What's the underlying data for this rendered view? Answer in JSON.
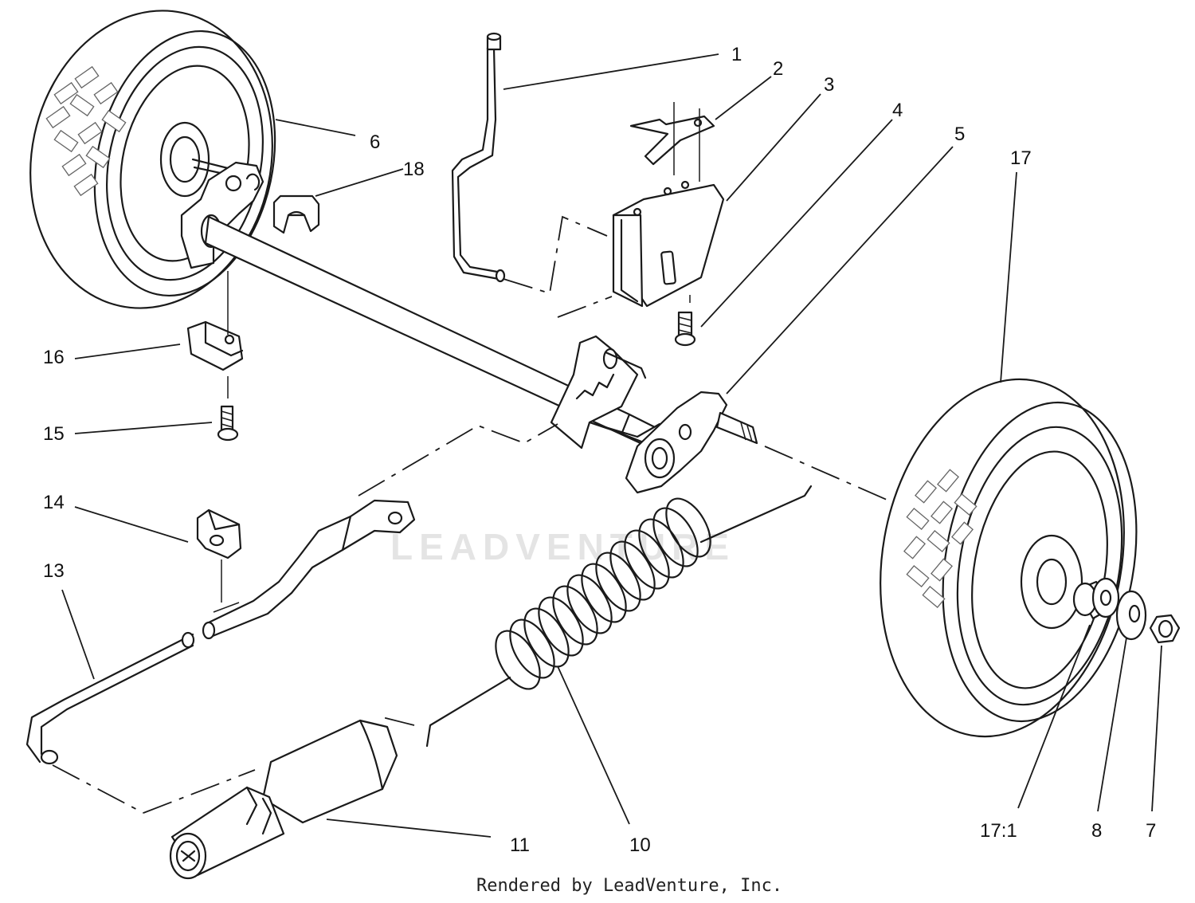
{
  "callouts": [
    {
      "id": "1",
      "text": "1"
    },
    {
      "id": "2",
      "text": "2"
    },
    {
      "id": "3",
      "text": "3"
    },
    {
      "id": "4",
      "text": "4"
    },
    {
      "id": "5",
      "text": "5"
    },
    {
      "id": "6",
      "text": "6"
    },
    {
      "id": "7",
      "text": "7"
    },
    {
      "id": "8",
      "text": "8"
    },
    {
      "id": "10",
      "text": "10"
    },
    {
      "id": "11",
      "text": "11"
    },
    {
      "id": "13",
      "text": "13"
    },
    {
      "id": "14",
      "text": "14"
    },
    {
      "id": "15",
      "text": "15"
    },
    {
      "id": "16",
      "text": "16"
    },
    {
      "id": "17",
      "text": "17"
    },
    {
      "id": "17_1",
      "text": "17:1"
    },
    {
      "id": "18",
      "text": "18"
    }
  ],
  "watermark": "LEADVENTURE",
  "footer": "Rendered by LeadVenture, Inc."
}
